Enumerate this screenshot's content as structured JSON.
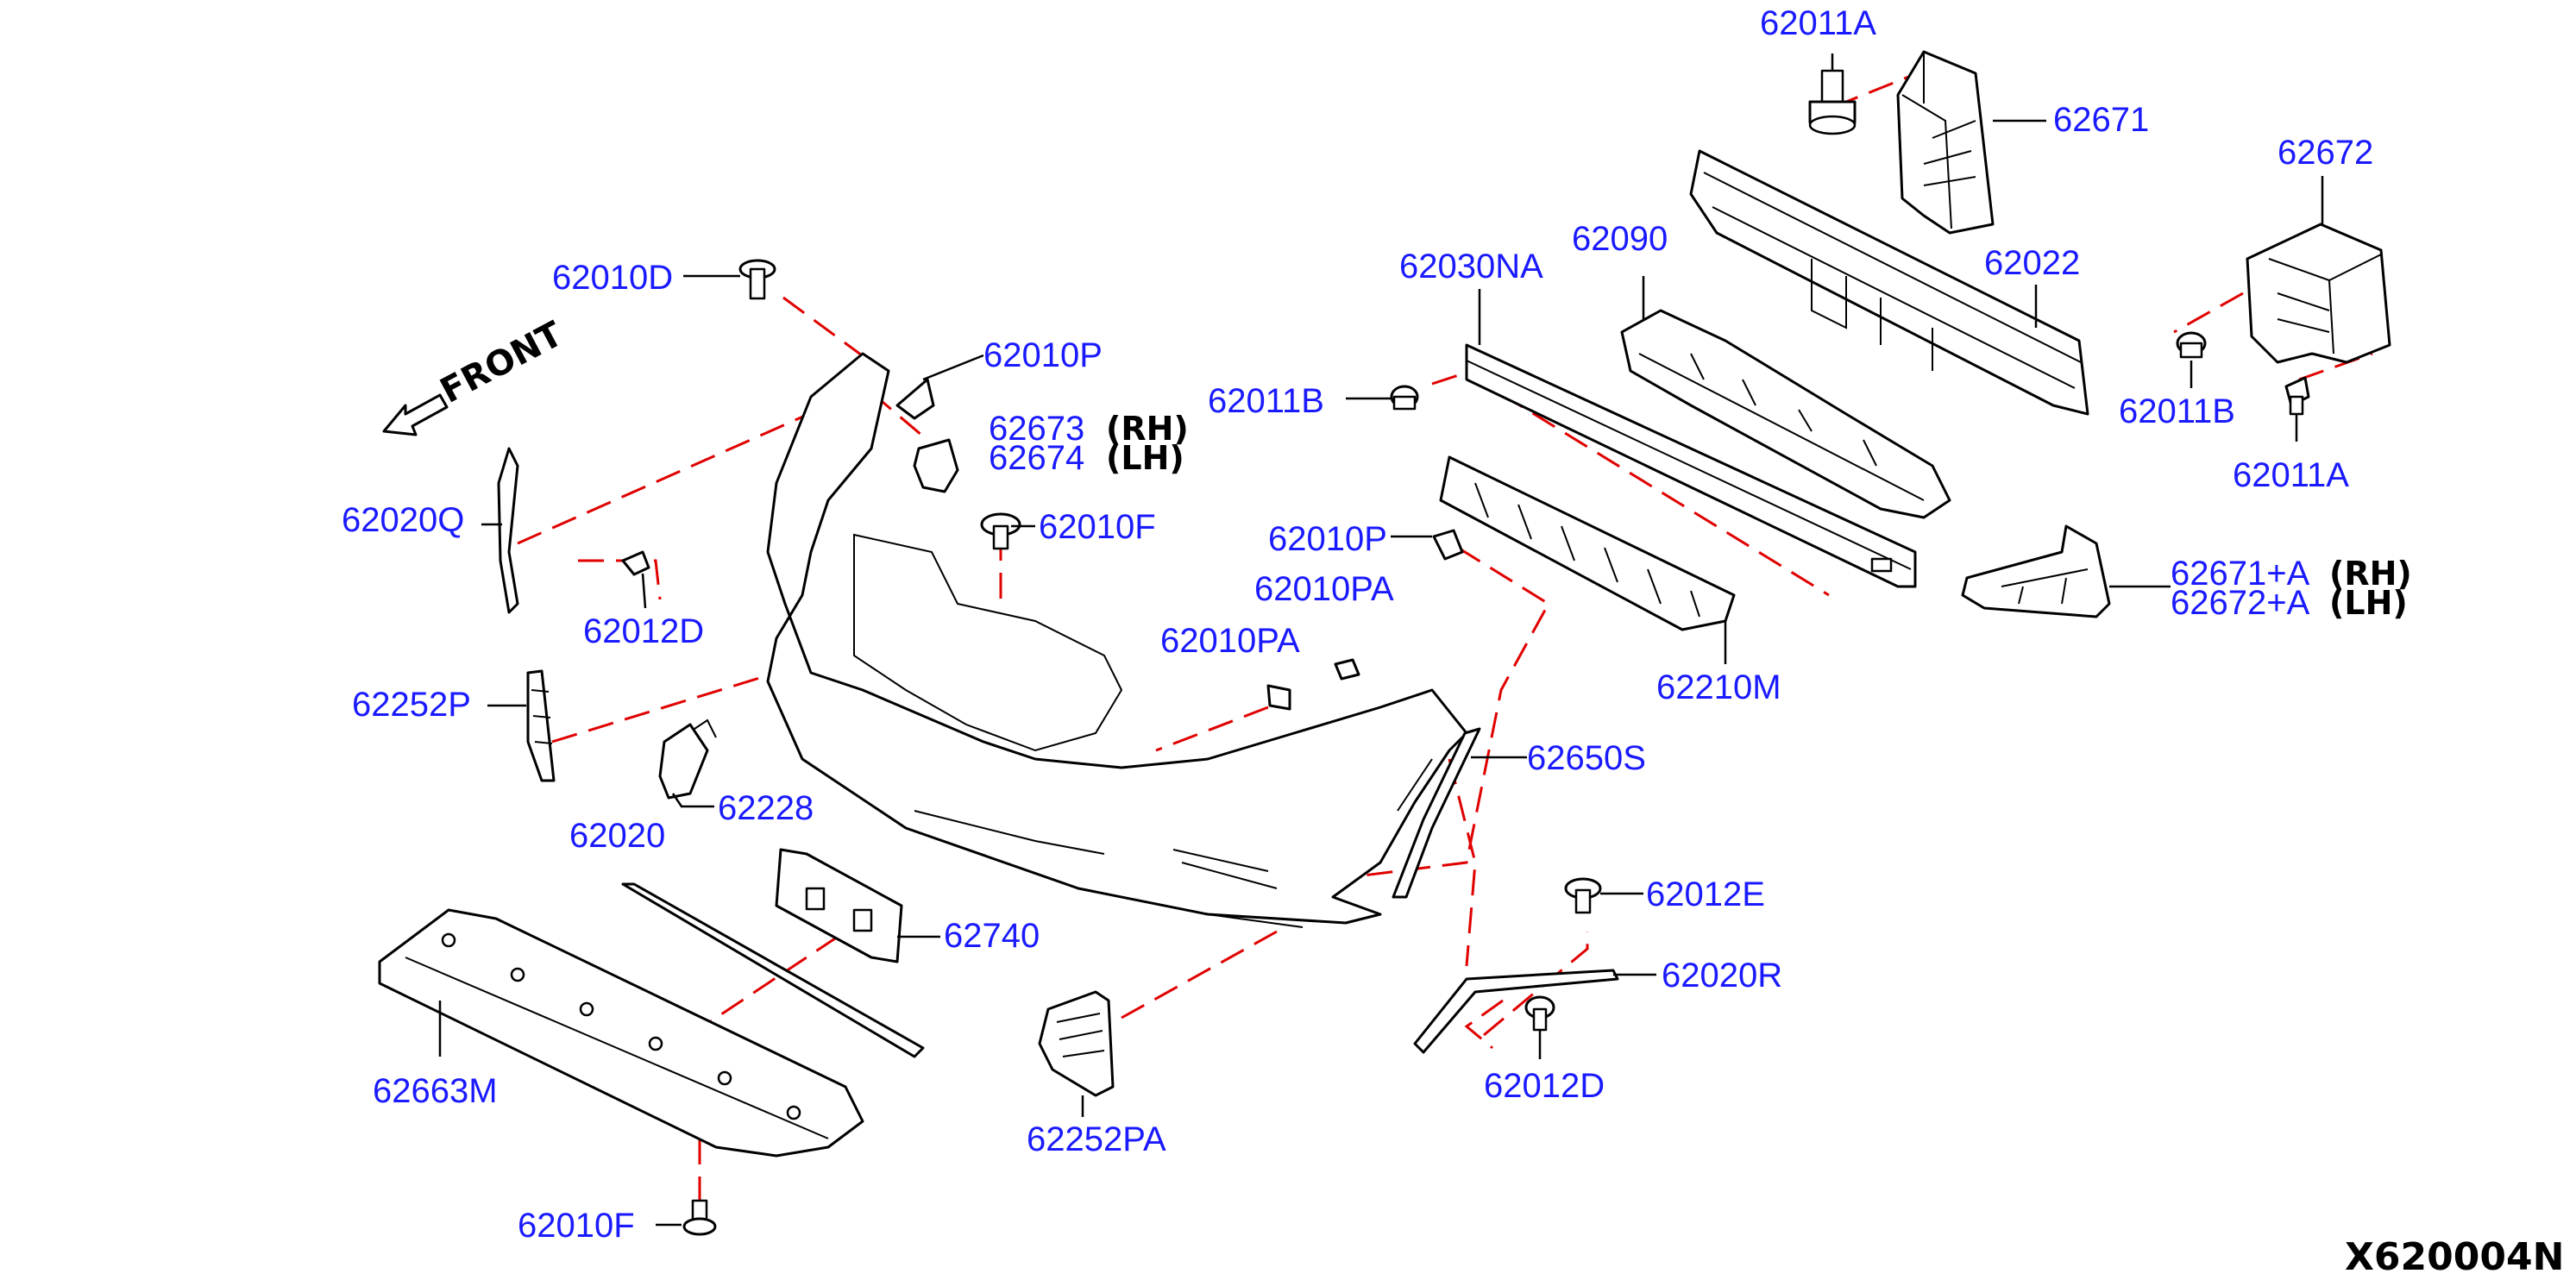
{
  "diagram_code": "X620004N",
  "direction_label": "FRONT",
  "side_labels": {
    "rh": "(RH)",
    "lh": "(LH)"
  },
  "parts": {
    "p62011A_top": "62011A",
    "p62671": "62671",
    "p62672": "62672",
    "p62022": "62022",
    "p62090": "62090",
    "p62030NA": "62030NA",
    "p62011B_left": "62011B",
    "p62011B_right": "62011B",
    "p62011A_right": "62011A",
    "p62671A": "62671+A",
    "p62672A": "62672+A",
    "p62010D": "62010D",
    "p62010P_top": "62010P",
    "p62673": "62673",
    "p62674": "62674",
    "p62020Q": "62020Q",
    "p62010F_top": "62010F",
    "p62010P_mid": "62010P",
    "p62010PA": "62010PA",
    "p62012D_left": "62012D",
    "p62010PA_small": "62010PA",
    "p6210M": "62210M",
    "p62252P": "62252P",
    "p62650S": "62650S",
    "p62228": "62228",
    "p62020": "62020",
    "p62012E": "62012E",
    "p62740": "62740",
    "p62020R": "62020R",
    "p62663M": "62663M",
    "p62012D_right": "62012D",
    "p62252PA": "62252PA",
    "p62010F_bottom": "62010F"
  },
  "colors": {
    "label_text": "#1a1aff",
    "dashed_guides": "#e00000",
    "line_art": "#000000",
    "background": "#ffffff"
  }
}
